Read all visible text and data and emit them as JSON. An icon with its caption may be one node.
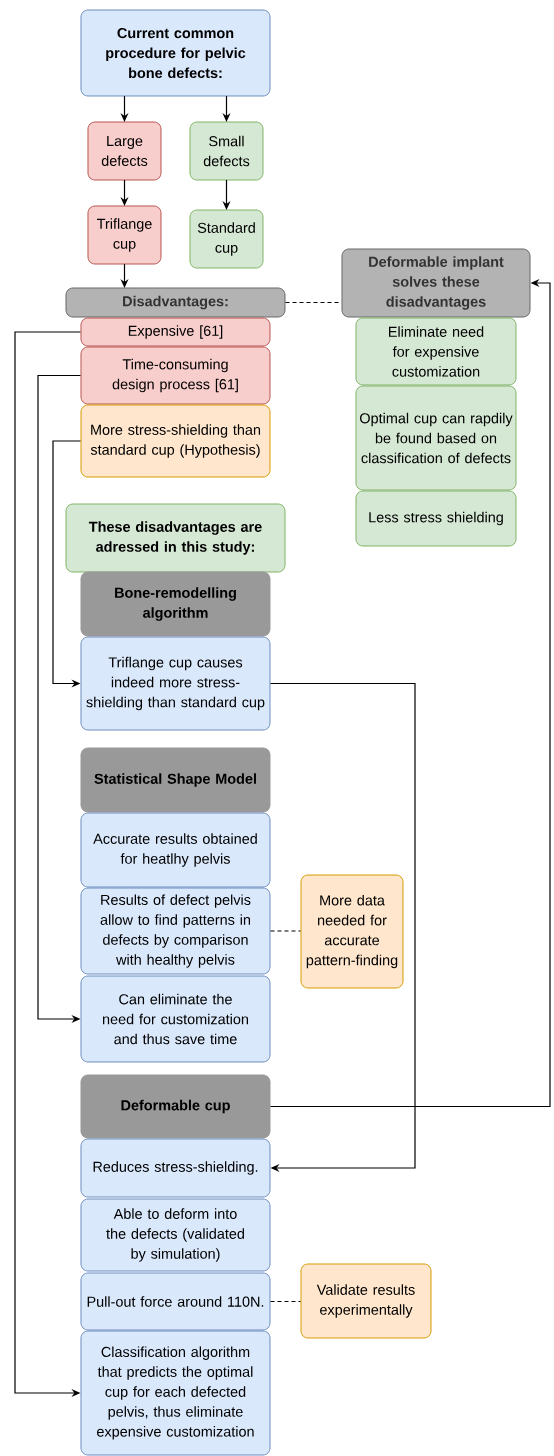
{
  "diagram": {
    "nodes": [
      {
        "text": [
          "Current common procedure for pelvic bone defects:"
        ]
      },
      {
        "text": [
          "Large defects"
        ]
      },
      {
        "text": [
          "Small defects"
        ]
      },
      {
        "text": [
          "Triflange cup"
        ]
      },
      {
        "text": [
          "Standard cup"
        ]
      },
      {
        "text": [
          "Disadvantages:"
        ]
      },
      {
        "text": [
          "Deformable implant solves these disadvantages"
        ]
      },
      {
        "text": [
          "Expensive [61]"
        ]
      },
      {
        "text": [
          "Time-consuming design process [61]"
        ]
      },
      {
        "text": [
          "More stress-shielding than standard cup (Hypothesis)"
        ]
      },
      {
        "text": [
          "Eliminate need for expensive customization"
        ]
      },
      {
        "text": [
          "Optimal cup can rapdily be found based on classification of defects"
        ]
      },
      {
        "text": [
          "Less stress shielding"
        ]
      },
      {
        "text": [
          "These disadvantages are adressed in this study:"
        ]
      },
      {
        "text": [
          "Bone-remodelling algorithm"
        ]
      },
      {
        "text": [
          "Triflange cup causes indeed more stress-shielding than standard cup"
        ]
      },
      {
        "text": [
          "Statistical Shape Model"
        ]
      },
      {
        "text": [
          "Accurate results obtained for heatlhy pelvis"
        ]
      },
      {
        "text": [
          "Results of defect pelvis allow to find patterns in defects by comparison with healthy pelvis"
        ]
      },
      {
        "text": [
          "More data needed for accurate pattern-finding"
        ]
      },
      {
        "text": [
          "Can eliminate the need for customization and thus save time"
        ]
      },
      {
        "text": [
          "Deformable cup"
        ]
      },
      {
        "text": [
          "Reduces stress-shielding."
        ]
      },
      {
        "text": [
          "Able to deform into the defects (validated by simulation)"
        ]
      },
      {
        "text": [
          "Pull-out force around 110N."
        ]
      },
      {
        "text": [
          "Validate results experimentally"
        ]
      },
      {
        "text": [
          "Classification algorithm that predicts the optimal cup for each defected pelvis, thus eliminate expensive customization"
        ]
      }
    ],
    "edges": [
      {
        "from": 0,
        "to": 1,
        "arrow": "to"
      },
      {
        "from": 0,
        "to": 2,
        "arrow": "to"
      },
      {
        "from": 1,
        "to": 3,
        "arrow": "to"
      },
      {
        "from": 2,
        "to": 4,
        "arrow": "to"
      },
      {
        "from": 3,
        "to": 5,
        "arrow": "to"
      },
      {
        "from": 5,
        "to": 6,
        "arrow": "none",
        "style": "dashed"
      },
      {
        "from": 21,
        "to": 6,
        "arrow": "to"
      },
      {
        "from": 7,
        "to": 26,
        "arrow": "to"
      },
      {
        "from": 8,
        "to": 20,
        "arrow": "to"
      },
      {
        "from": 9,
        "to": 15,
        "arrow": "to"
      },
      {
        "from": 15,
        "to": 22,
        "arrow": "to"
      },
      {
        "from": 18,
        "to": 19,
        "arrow": "none",
        "style": "dashed"
      },
      {
        "from": 24,
        "to": 25,
        "arrow": "none",
        "style": "dashed"
      }
    ]
  }
}
